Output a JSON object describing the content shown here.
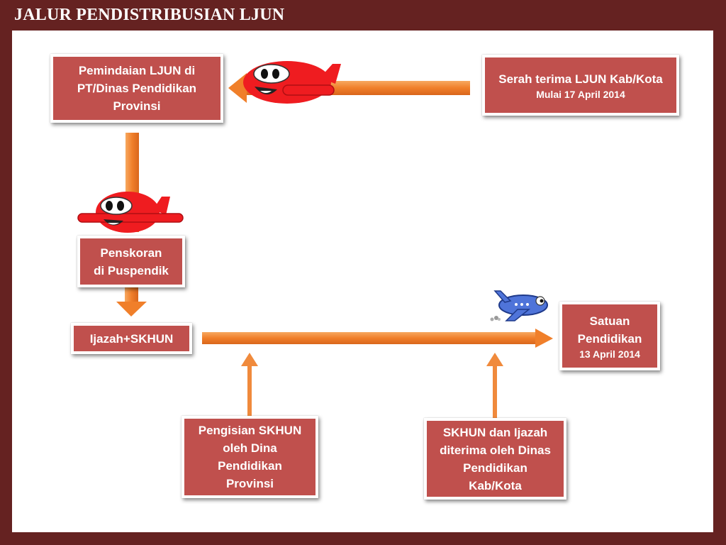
{
  "header": {
    "title": "JALUR PENDISTRIBUSIAN LJUN"
  },
  "flow": {
    "pemindaian": {
      "text": "Pemindaian LJUN di\nPT/Dinas Pendidikan\nProvinsi"
    },
    "serah_terima": {
      "text": "Serah terima LJUN Kab/Kota",
      "date": "Mulai 17 April 2014"
    },
    "penskoran": {
      "text": "Penskoran\ndi Puspendik"
    },
    "ijazah": {
      "text": "Ijazah+SKHUN"
    },
    "satuan": {
      "text": "Satuan\nPendidikan",
      "date": "13 April 2014"
    },
    "pengisian": {
      "text": "Pengisian SKHUN\noleh Dina\nPendidikan\nProvinsi"
    },
    "skhun_ijazah": {
      "text": "SKHUN dan Ijazah\nditerima oleh Dinas\nPendidikan\nKab/Kota"
    }
  },
  "colors": {
    "frame": "#652221",
    "box_fill": "#c0504d",
    "arrow": "#f07f2a",
    "plane_red": "#ef1c20",
    "plane_blue": "#4f74d9"
  },
  "icons": [
    "red-cartoon-plane-icon",
    "red-cartoon-plane-icon",
    "blue-cartoon-plane-icon"
  ]
}
